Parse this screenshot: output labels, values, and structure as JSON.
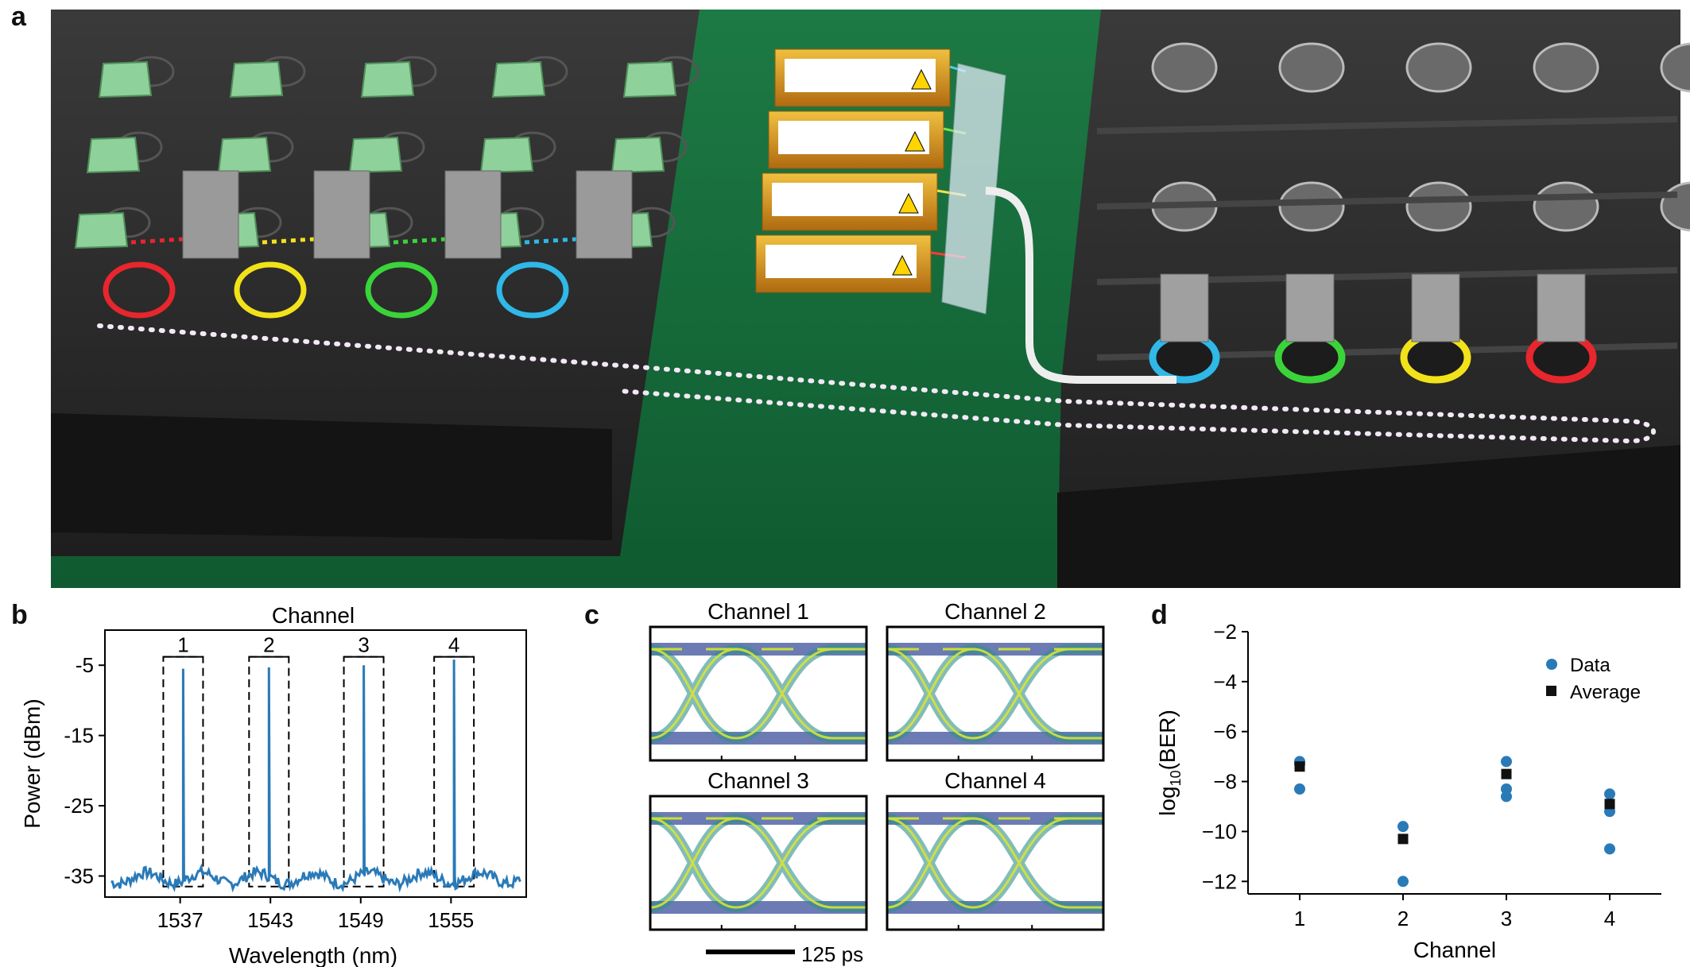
{
  "panels": {
    "a": "a",
    "b": "b",
    "c": "c",
    "d": "d"
  },
  "panel_b": {
    "title": "Channel",
    "channel_labels": [
      "1",
      "2",
      "3",
      "4"
    ],
    "xticks": [
      "1537",
      "1543",
      "1549",
      "1555"
    ],
    "yticks": [
      "-5",
      "-15",
      "-25",
      "-35"
    ],
    "xlabel": "Wavelength (nm)",
    "ylabel": "Power (dBm)"
  },
  "panel_c": {
    "titles": [
      "Channel 1",
      "Channel 2",
      "Channel 3",
      "Channel 4"
    ],
    "scalebar_label": "125 ps"
  },
  "panel_d": {
    "xlabel": "Channel",
    "ylabel": "log10(BER)",
    "ylabel_base": "log",
    "ylabel_sub": "10",
    "ylabel_arg": "(BER)",
    "legend_data": "Data",
    "legend_avg": "Average",
    "xticks": [
      "1",
      "2",
      "3",
      "4"
    ],
    "yticks": [
      "−2",
      "−4",
      "−6",
      "−8",
      "−10",
      "−12"
    ]
  },
  "colors": {
    "series_blue": "#2a7ab8",
    "average_black": "#111111",
    "ring_red": "#e8262d",
    "ring_yellow": "#f2e21a",
    "ring_green": "#3ad43a",
    "ring_blue": "#2fb8e8",
    "board_green": "#1f7a45",
    "chip_dark": "#2a2a2a",
    "laser_gold": "#d99a1e"
  },
  "chart_data": [
    {
      "type": "line",
      "panel": "b",
      "title": "Channel",
      "xlabel": "Wavelength (nm)",
      "ylabel": "Power (dBm)",
      "xlim": [
        1532,
        1560
      ],
      "ylim": [
        -38,
        0
      ],
      "peaks": [
        {
          "channel": "1",
          "x": 1537.2,
          "y": -5.5
        },
        {
          "channel": "2",
          "x": 1542.9,
          "y": -5.3
        },
        {
          "channel": "3",
          "x": 1549.2,
          "y": -5.0
        },
        {
          "channel": "4",
          "x": 1555.2,
          "y": -4.2
        }
      ],
      "noise_floor": -35
    },
    {
      "type": "scatter",
      "panel": "d",
      "xlabel": "Channel",
      "ylabel": "log10(BER)",
      "xlim": [
        0.5,
        4.5
      ],
      "ylim": [
        -12.5,
        -2
      ],
      "series": [
        {
          "name": "Data",
          "points": [
            {
              "x": 1,
              "y": -7.2
            },
            {
              "x": 1,
              "y": -7.3
            },
            {
              "x": 1,
              "y": -8.3
            },
            {
              "x": 2,
              "y": -9.8
            },
            {
              "x": 2,
              "y": -12.0
            },
            {
              "x": 3,
              "y": -7.2
            },
            {
              "x": 3,
              "y": -8.3
            },
            {
              "x": 3,
              "y": -8.6
            },
            {
              "x": 4,
              "y": -8.5
            },
            {
              "x": 4,
              "y": -9.2
            },
            {
              "x": 4,
              "y": -10.7
            }
          ]
        },
        {
          "name": "Average",
          "points": [
            {
              "x": 1,
              "y": -7.4
            },
            {
              "x": 2,
              "y": -10.3
            },
            {
              "x": 3,
              "y": -7.7
            },
            {
              "x": 4,
              "y": -8.9
            }
          ]
        }
      ]
    }
  ]
}
